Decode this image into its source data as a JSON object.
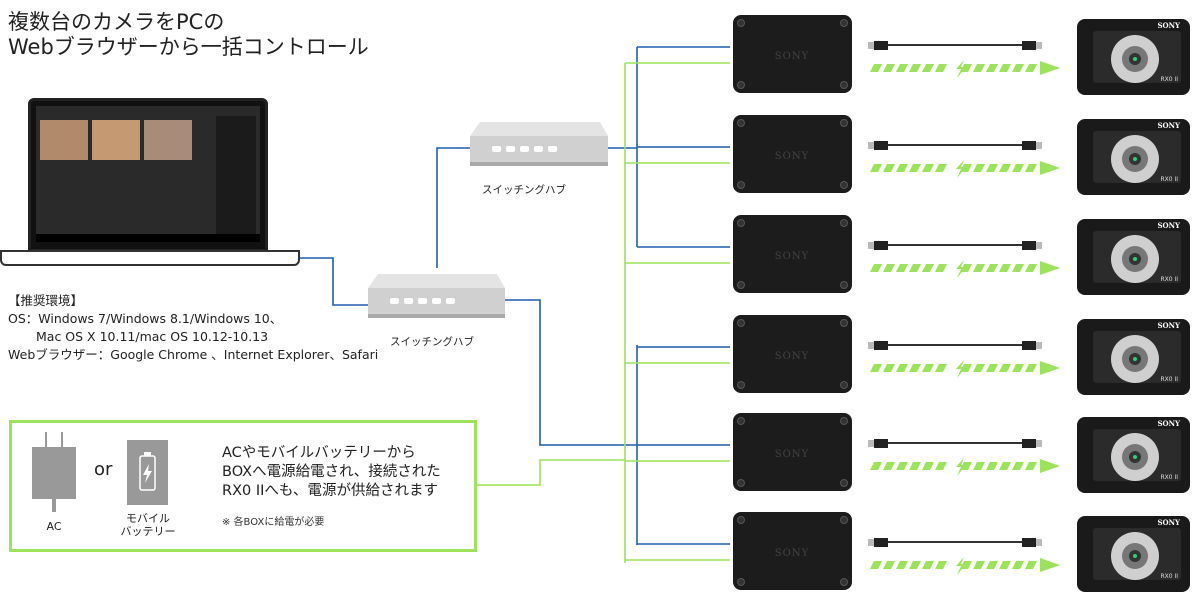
{
  "title": "複数台のカメラをPCの\nWebブラウザーから一括コントロール",
  "environment": {
    "heading": "【推奨環境】",
    "os_line1": "OS：Windows 7/Windows 8.1/Windows 10、",
    "os_line2": "Mac OS X 10.11/mac OS 10.12-10.13",
    "browser": "Webブラウザー：Google Chrome 、Internet Explorer、Safari"
  },
  "hubs": [
    {
      "label": "スイッチングハブ"
    },
    {
      "label": "スイッチングハブ"
    }
  ],
  "power": {
    "ac_label": "AC",
    "or_label": "or",
    "battery_label": "モバイル\nバッテリー",
    "description": "ACやモバイルバッテリーから\nBOXへ電源給電され、接続された\nRX0 IIへも、電源が供給されます",
    "note": "※ 各BOXに給電が必要"
  },
  "devices": {
    "box_brand": "SONY",
    "camera_brand": "SONY",
    "camera_model": "RX0 II",
    "count": 6
  },
  "colors": {
    "network_line": "#1f5fae",
    "power_line": "#9be35a",
    "box": "#1c1c1c"
  }
}
